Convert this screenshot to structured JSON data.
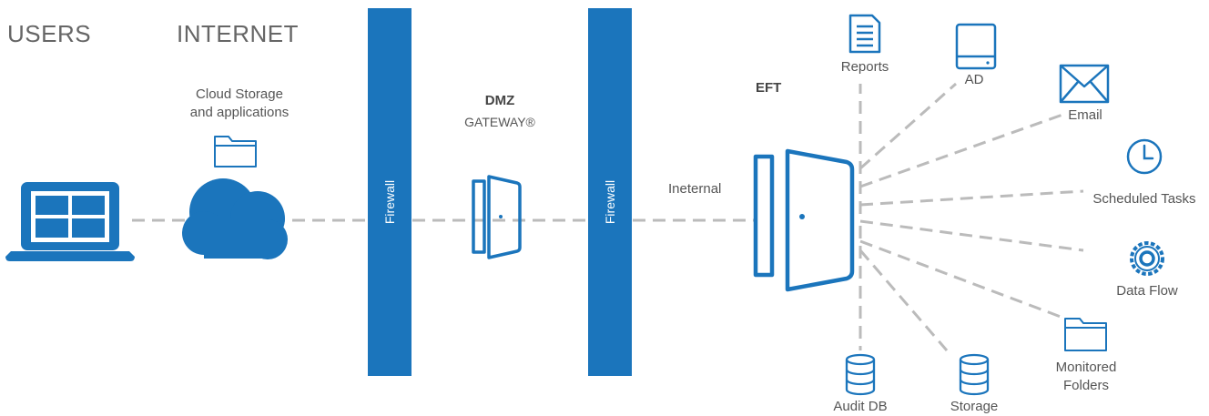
{
  "headers": {
    "users": "USERS",
    "internet": "INTERNET"
  },
  "cloud": {
    "label_line1": "Cloud Storage",
    "label_line2": "and applications"
  },
  "firewalls": {
    "left_label": "Firewall",
    "right_label": "Firewall"
  },
  "dmz": {
    "title": "DMZ",
    "subtitle": "GATEWAY®"
  },
  "eft": {
    "title": "EFT",
    "internal_label": "Ineternal"
  },
  "services": {
    "reports": "Reports",
    "ad": "AD",
    "email": "Email",
    "scheduled_tasks": "Scheduled Tasks",
    "data_flow": "Data Flow",
    "monitored_folders_line1": "Monitored",
    "monitored_folders_line2": "Folders",
    "storage": "Storage",
    "audit_db": "Audit DB"
  },
  "colors": {
    "primary": "#1b75bc",
    "connector": "#bbbbbb",
    "text": "#555555"
  },
  "icons": [
    "laptop-icon",
    "cloud-icon",
    "folder-icon",
    "door-icon",
    "document-icon",
    "drive-icon",
    "envelope-icon",
    "clock-icon",
    "gear-icon",
    "database-icon"
  ]
}
